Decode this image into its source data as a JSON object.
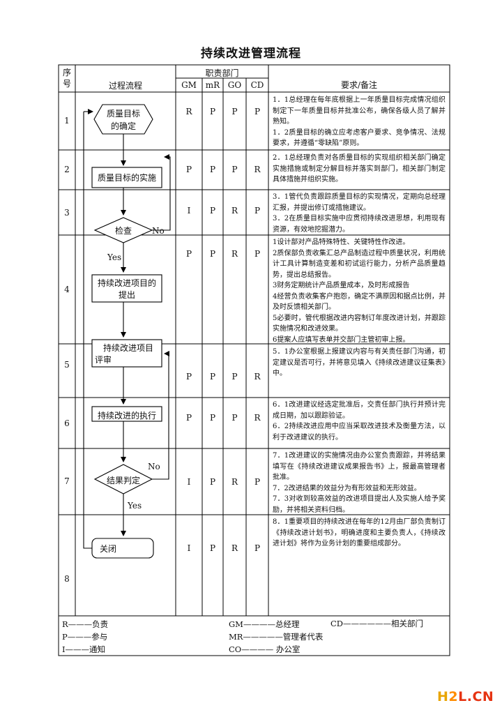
{
  "title": "持续改进管理流程",
  "header": {
    "seq": "序\n号",
    "process": "过程流程",
    "dept": "职责部门",
    "depts": [
      "GM",
      "mR",
      "GO",
      "CD"
    ],
    "remarks": "要求/备注"
  },
  "flow": {
    "start": "质量目标\n的确定",
    "implement": "质量目标的实施",
    "check": "检查",
    "no1": "No",
    "yes1": "Yes",
    "propose": "持续改进项目的\n提出",
    "review": "持续改进项目\n评审",
    "execute": "持续改进的执行",
    "judge": "结果判定",
    "no2": "No",
    "yes2": "Yes",
    "close": "关闭"
  },
  "rows": [
    {
      "seq": "1",
      "resp": [
        "R",
        "P",
        "P",
        "P"
      ],
      "req": [
        "1．1总经理在每年底根据上一年质量目标完成情况组织制定下一年质量目标并批准公布，确保各级人员了解并熟知。",
        "1．2质量目标的确立应考虑客户要求、竞争情况、法规要求，并遵循“零缺陷”原则。"
      ]
    },
    {
      "seq": "2",
      "resp": [
        "P",
        "P",
        "P",
        "R"
      ],
      "req": [
        "2．1总经理负责对各质量目标的实现组织相关部门确定实施措施或制定分解目标并落实到部门，相关部门制定具体措施并组织实施。"
      ]
    },
    {
      "seq": "3",
      "resp": [
        "I",
        "P",
        "R",
        "P"
      ],
      "req": [
        "3．1管代负责跟踪质量目标的实现情况，定期向总经理汇报，并提出修订或措施建议。",
        "3．2在质量目标实施中应贯彻持续改进思想，利用现有资源，有效地挖掘潜力。"
      ]
    },
    {
      "seq": "4",
      "resp": [
        "P",
        "P",
        "R",
        "P"
      ],
      "req": [
        "1设计部对产品特殊特性、关键特性作改进。",
        "2质保部负责收集汇总产品制造过程中质量状况，利用统计工具计算制造变差和初试运行能力，分析产品质量趋势，提出总结报告。",
        "3财务定期统计产品质量成本，及时形成报告",
        "4经营负责收集客户抱怨，确定不满原因和据点比例，并及时反馈相关部门。",
        "5必要时，管代根据改进内容制订年度改进计划，并跟踪实施情况和改进效果。",
        "6提案人应填写表单并交部门主管初审上报。"
      ]
    },
    {
      "seq": "5",
      "resp": [
        "P",
        "P",
        "P",
        "R"
      ],
      "req": [
        "5．1办公室根据上报建议内容与有关责任部门沟通，初定建议是否可行，并将意见填入《持续改进建议征集表》中。"
      ]
    },
    {
      "seq": "6",
      "resp": [
        "P",
        "P",
        "P",
        "R"
      ],
      "req": [
        "6．1改进建议经选定批准后，交责任部门执行并预计完成日期，加以跟踪验证。",
        "6．2持续改进应用中应当采取改进技术及衡量方法，以利于改进建议的执行。"
      ]
    },
    {
      "seq": "7",
      "resp": [
        "I",
        "P",
        "R",
        "P"
      ],
      "req": [
        "7．1改进建议的实施情况由办公室负责跟踪，并将结果填写在《持续改进建议成果报告书》上，报最高管理者批准。",
        "7．2改进结果的效益分为有形效益和无形效益。",
        "7．3对收到较高效益的改进项目提出人及实施人给予奖励，并将相关资料归档。"
      ]
    },
    {
      "seq": "8",
      "resp": [
        "I",
        "P",
        "R",
        "P"
      ],
      "req": [
        "8．1重要项目的持续改进在每年的12月由厂部负责制订《持续改进计划书》，明确进度和主要负责人，《持续改进计划》将作为业务计划的重要组成部分。"
      ]
    }
  ],
  "legend": {
    "left": [
      "R———负责",
      "P———参与",
      "I———通知"
    ],
    "mid": [
      "GM————总经理",
      "MR—————管理者代表",
      "CO————  办公室"
    ],
    "right": "CD——————相关部门"
  },
  "watermark": "H2L.CN"
}
